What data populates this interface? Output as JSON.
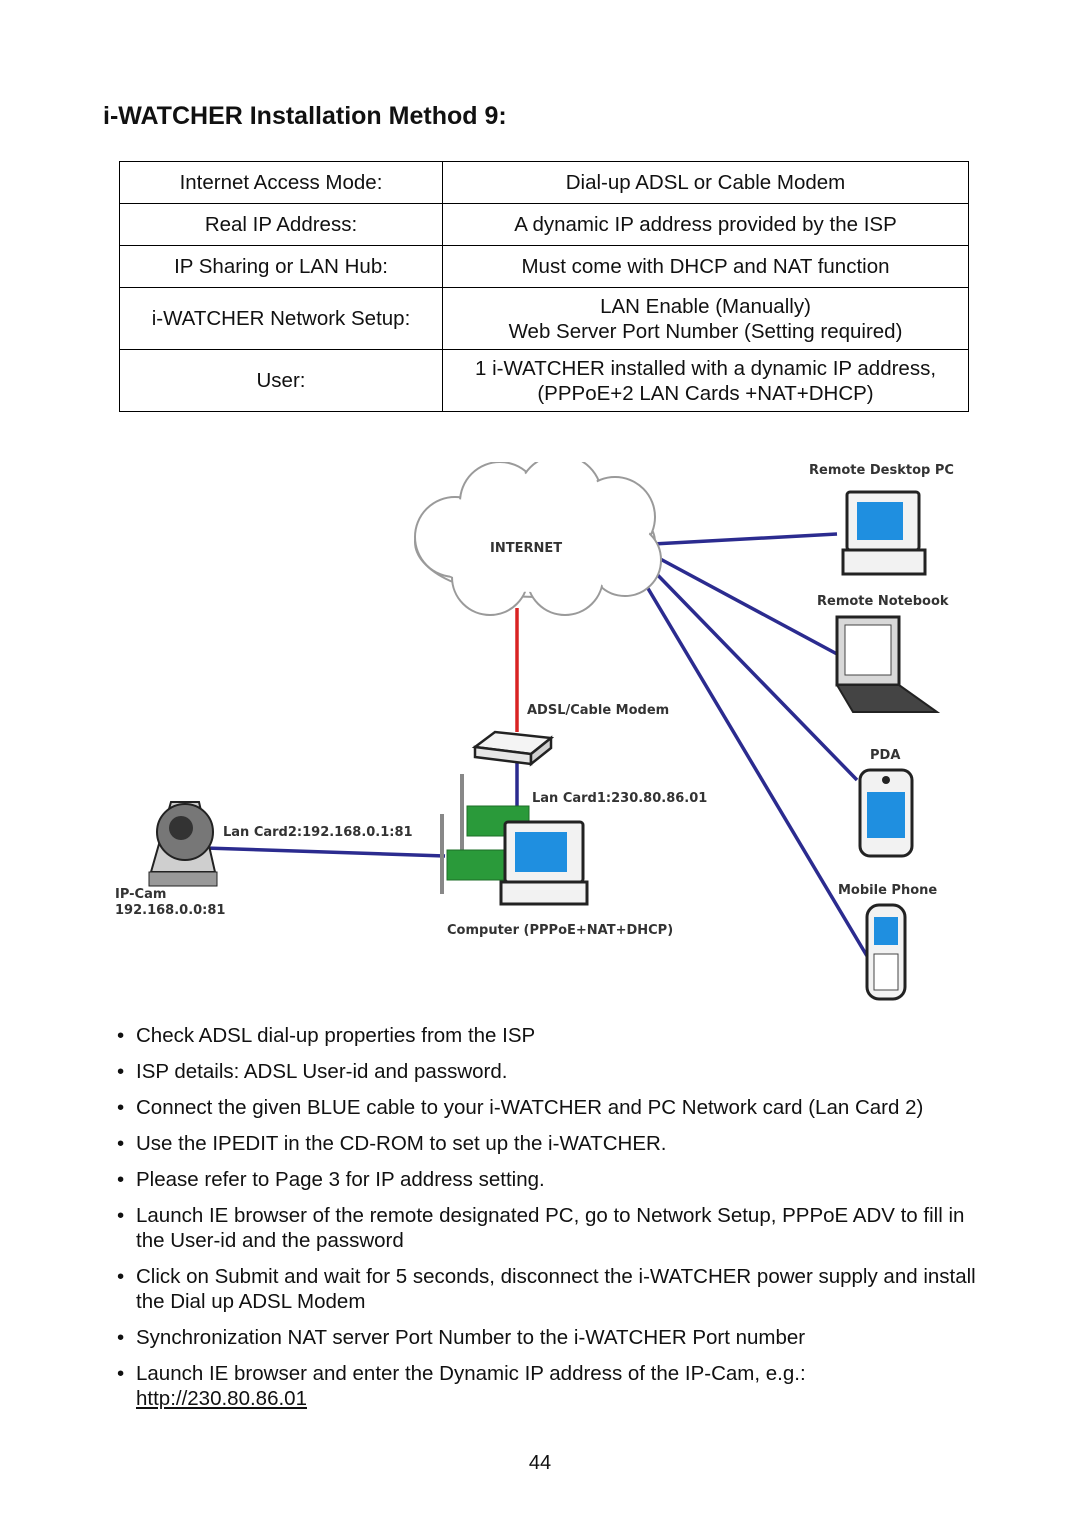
{
  "title": "i-WATCHER Installation Method 9:",
  "table": [
    {
      "label": "Internet Access Mode:",
      "value": [
        "Dial-up ADSL or Cable Modem"
      ]
    },
    {
      "label": "Real IP Address:",
      "value": [
        "A dynamic IP address provided by the ISP"
      ]
    },
    {
      "label": "IP Sharing or LAN Hub:",
      "value": [
        "Must come with DHCP and NAT function"
      ]
    },
    {
      "label": "i-WATCHER Network Setup:",
      "value": [
        "LAN Enable (Manually)",
        "Web Server Port Number (Setting required)"
      ]
    },
    {
      "label": "User:",
      "value": [
        "1 i-WATCHER installed with a dynamic IP address,",
        "(PPPoE+2 LAN Cards +NAT+DHCP)"
      ]
    }
  ],
  "diagram": {
    "internet": "INTERNET",
    "remote_desktop": "Remote Desktop PC",
    "remote_notebook": "Remote Notebook",
    "pda": "PDA",
    "mobile_phone": "Mobile Phone",
    "modem": "ADSL/Cable Modem",
    "lan_card1": "Lan Card1:230.80.86.01",
    "lan_card2": "Lan Card2:192.168.0.1:81",
    "ipcam_name": "IP-Cam",
    "ipcam_ip": "192.168.0.0:81",
    "computer": "Computer (PPPoE+NAT+DHCP)",
    "colors": {
      "blue_cable": "#2b2b8f",
      "red_cable": "#d92323",
      "screen": "#1f8fe0",
      "card": "#2a9a3a"
    }
  },
  "bullets": [
    "Check ADSL dial-up properties from the ISP",
    "ISP details: ADSL User-id and password.",
    "Connect the given BLUE cable to your i-WATCHER and PC Network card (Lan Card 2)",
    "Use the IPEDIT in the CD-ROM to set up the i-WATCHER.",
    "Please refer to Page 3 for IP address setting.",
    "Launch IE browser of the remote designated PC, go to Network Setup, PPPoE ADV to fill in the User-id and the password",
    "Click on Submit and wait for 5 seconds, disconnect the i-WATCHER power supply and install the Dial up ADSL Modem",
    "Synchronization NAT server Port Number to the i-WATCHER Port number",
    "Launch IE browser and enter the Dynamic IP address of the IP-Cam, e.g.:"
  ],
  "link": "http://230.80.86.01",
  "page_number": "44"
}
